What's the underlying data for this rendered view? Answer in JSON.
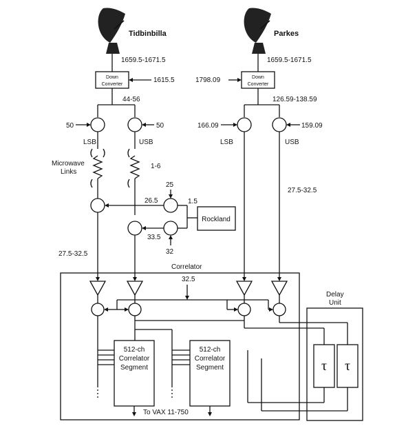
{
  "stations": {
    "left": {
      "name": "Tidbinbilla",
      "rf_band": "1659.5-1671.5",
      "lo": "1615.5",
      "if_band": "44-56",
      "converter": [
        "Down",
        "Converter"
      ]
    },
    "right": {
      "name": "Parkes",
      "rf_band": "1659.5-1671.5",
      "lo": "1798.09",
      "if_band": "126.59-138.59",
      "converter": [
        "Down",
        "Converter"
      ]
    }
  },
  "labels": {
    "lo_left_lsb": "50",
    "lo_left_usb": "50",
    "lo_right_lsb": "166.09",
    "lo_right_usb": "159.09",
    "lsb": "LSB",
    "usb": "USB",
    "microwave_links": [
      "Microwave",
      "Links"
    ],
    "link_band": "1-6",
    "rock_25": "25",
    "rock_1_5": "1.5",
    "rock_26_5": "26.5",
    "rock_33_5": "33.5",
    "rock_32": "32",
    "rockland": "Rockland",
    "band_left": "27.5-32.5",
    "band_right": "27.5-32.5",
    "correlator": "Correlator",
    "corr_lo": "32.5",
    "delay_unit": [
      "Delay",
      "Unit"
    ],
    "tau": "τ",
    "seg_lines": [
      "512-ch",
      "Correlator",
      "Segment"
    ],
    "output": "To VAX 11-750"
  }
}
